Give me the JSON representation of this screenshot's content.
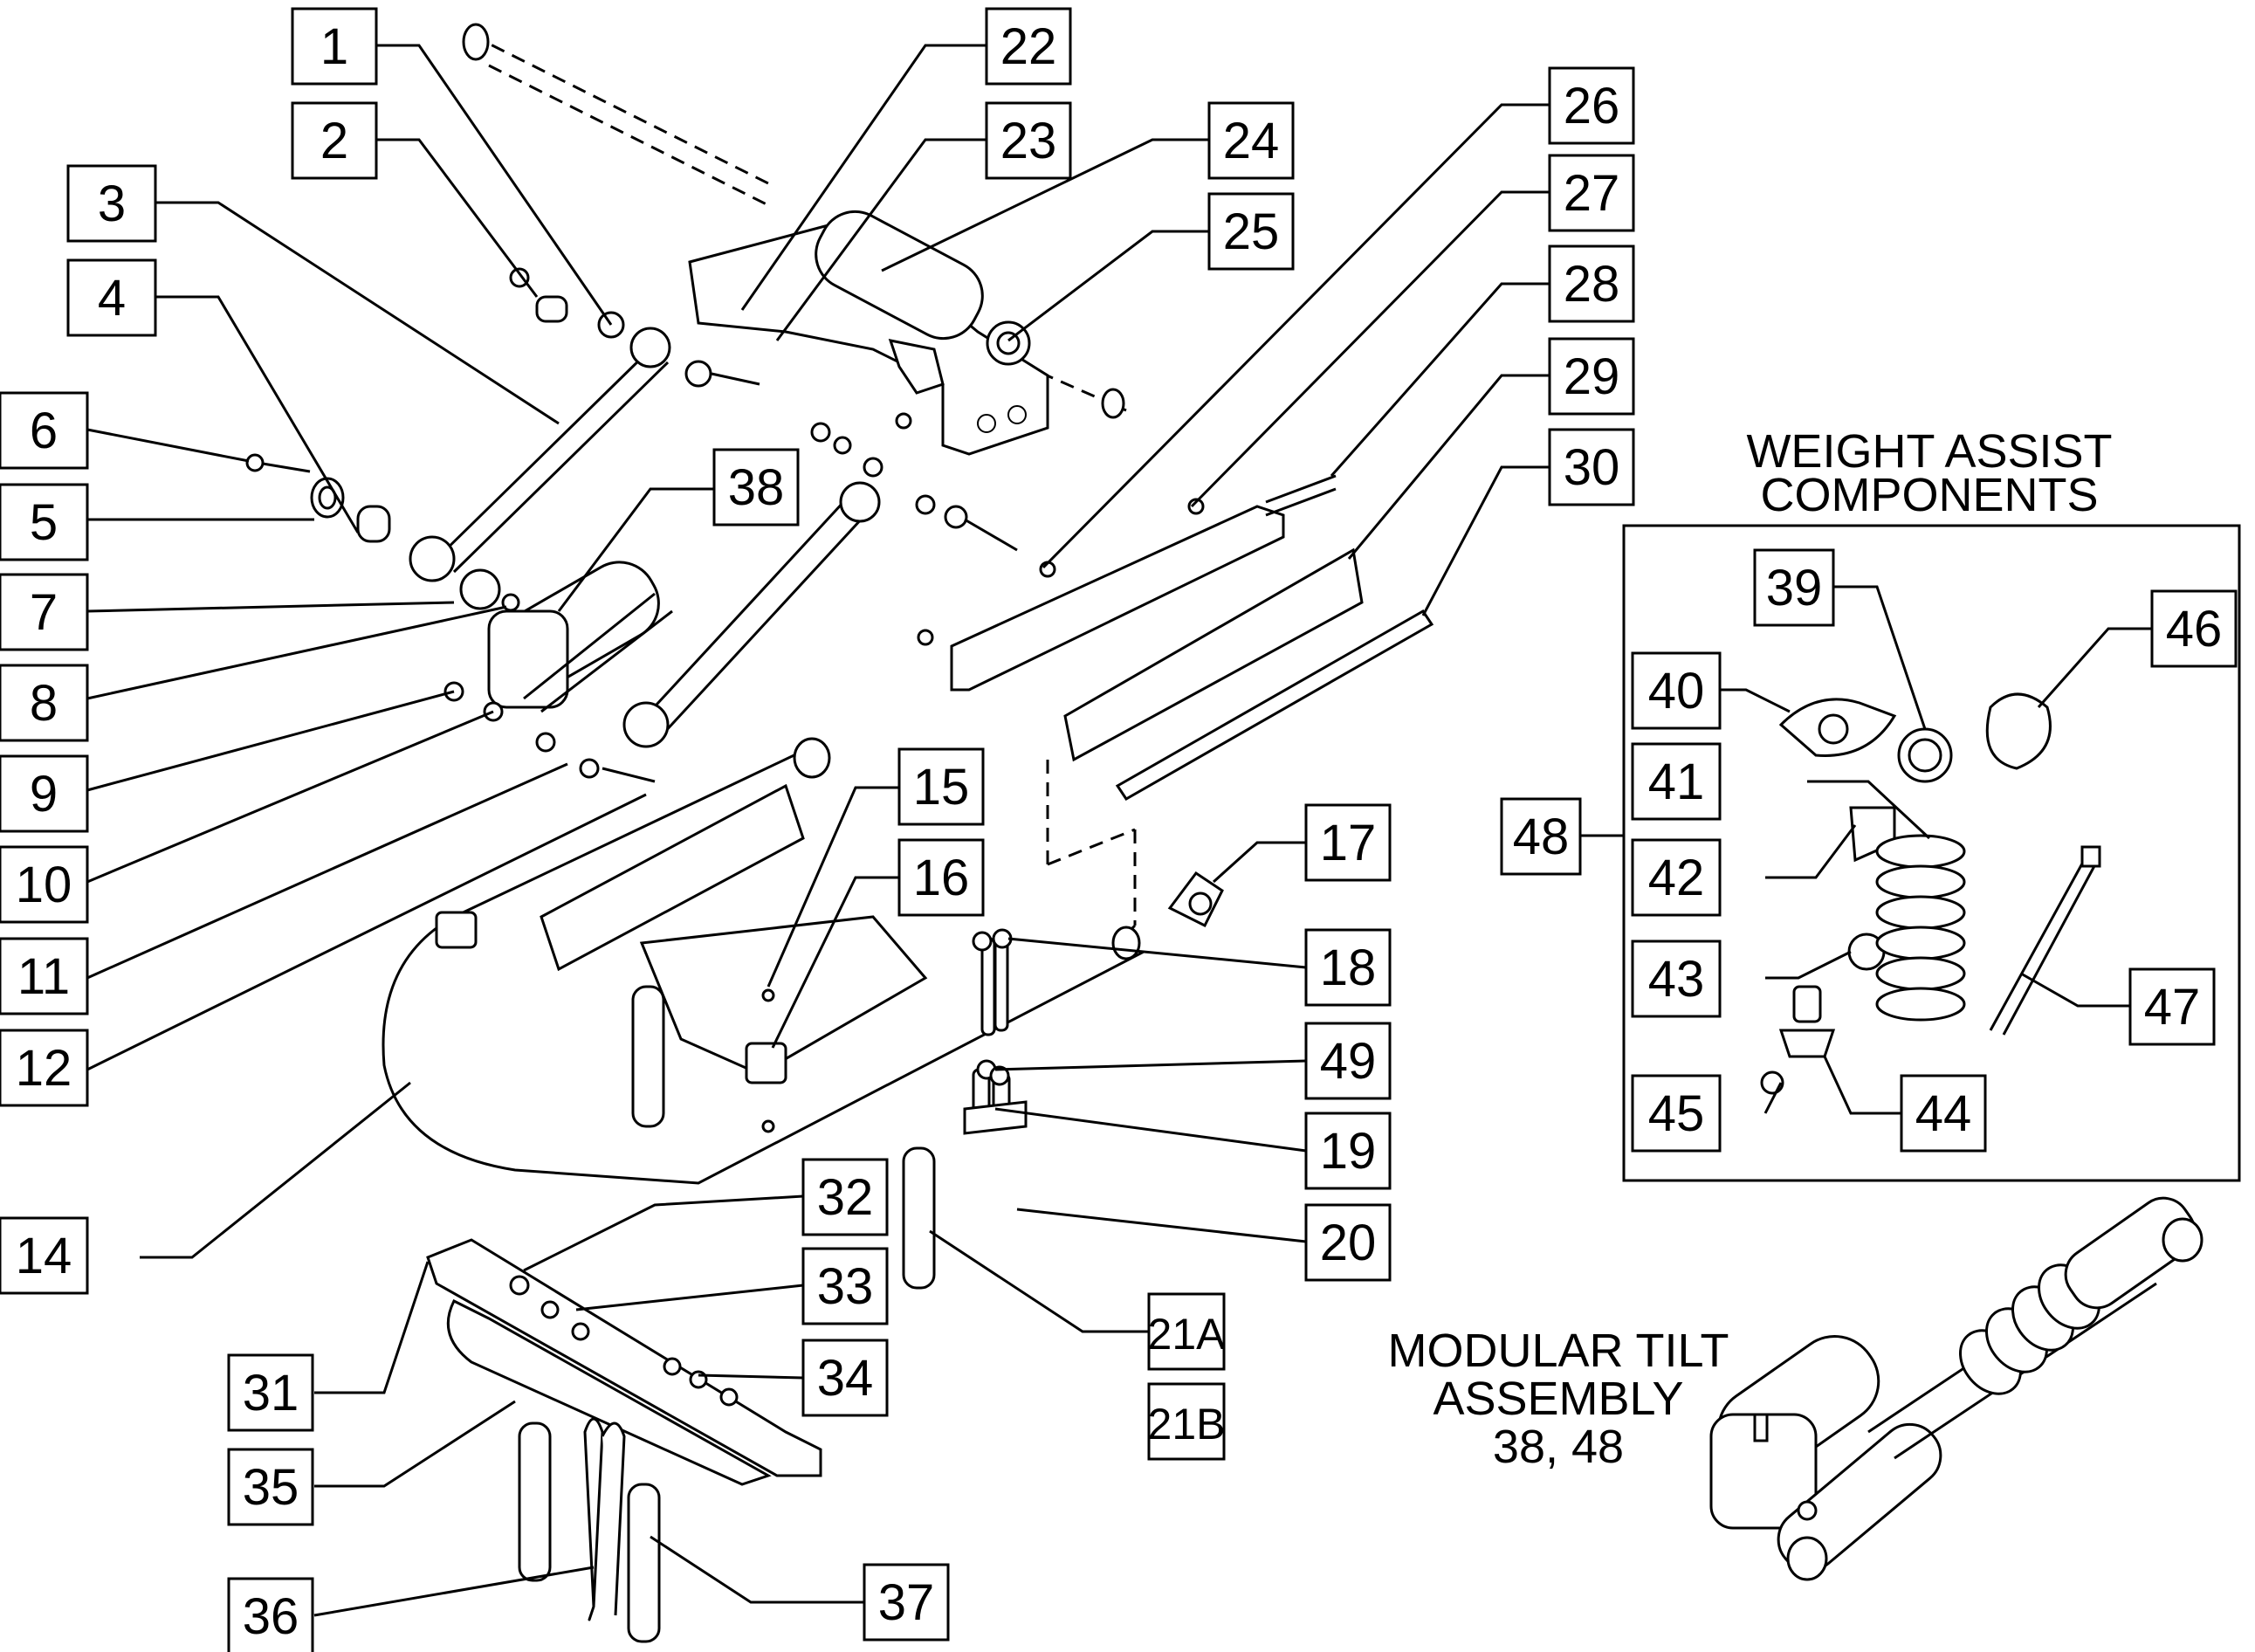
{
  "labels": [
    "1",
    "2",
    "3",
    "4",
    "5",
    "6",
    "7",
    "8",
    "9",
    "10",
    "11",
    "12",
    "14",
    "15",
    "16",
    "17",
    "18",
    "19",
    "20",
    "21A",
    "21B",
    "22",
    "23",
    "24",
    "25",
    "26",
    "27",
    "28",
    "29",
    "30",
    "31",
    "32",
    "33",
    "34",
    "35",
    "36",
    "37",
    "38",
    "39",
    "40",
    "41",
    "42",
    "43",
    "44",
    "45",
    "46",
    "47",
    "48",
    "49"
  ],
  "weight_assist": {
    "heading_line1": "WEIGHT ASSIST",
    "heading_line2": "COMPONENTS"
  },
  "modular_tilt": {
    "line1": "MODULAR TILT",
    "line2": "ASSEMBLY",
    "line3": "38, 48"
  },
  "colors": {
    "ink": "#000000",
    "paper": "#ffffff"
  }
}
